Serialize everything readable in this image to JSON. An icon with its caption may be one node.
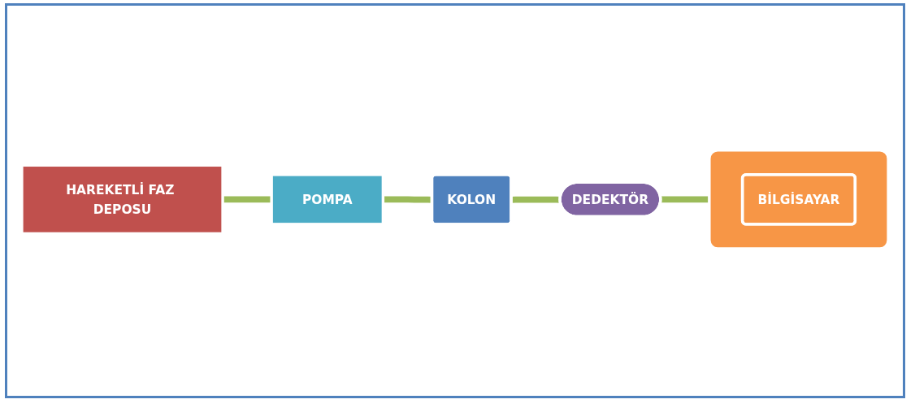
{
  "diagram": {
    "nodes": [
      {
        "text": [
          "HAREKETLİ FAZ DEPOSU"
        ]
      },
      {
        "text": [
          "POMPA"
        ]
      },
      {
        "text": [
          "KOLON"
        ]
      },
      {
        "text": [
          "DEDEKTÖR"
        ]
      },
      {
        "text": [],
        "shape": "box"
      },
      {
        "text": [
          "BİLGİSAYAR"
        ],
        "in": 4
      }
    ],
    "edges": [
      {
        "from": 0,
        "to": 1,
        "arrow": "none"
      },
      {
        "from": 1,
        "to": 2,
        "arrow": "none"
      },
      {
        "from": 2,
        "to": 3,
        "arrow": "none"
      },
      {
        "from": 3,
        "to": 4,
        "arrow": "none"
      }
    ]
  }
}
